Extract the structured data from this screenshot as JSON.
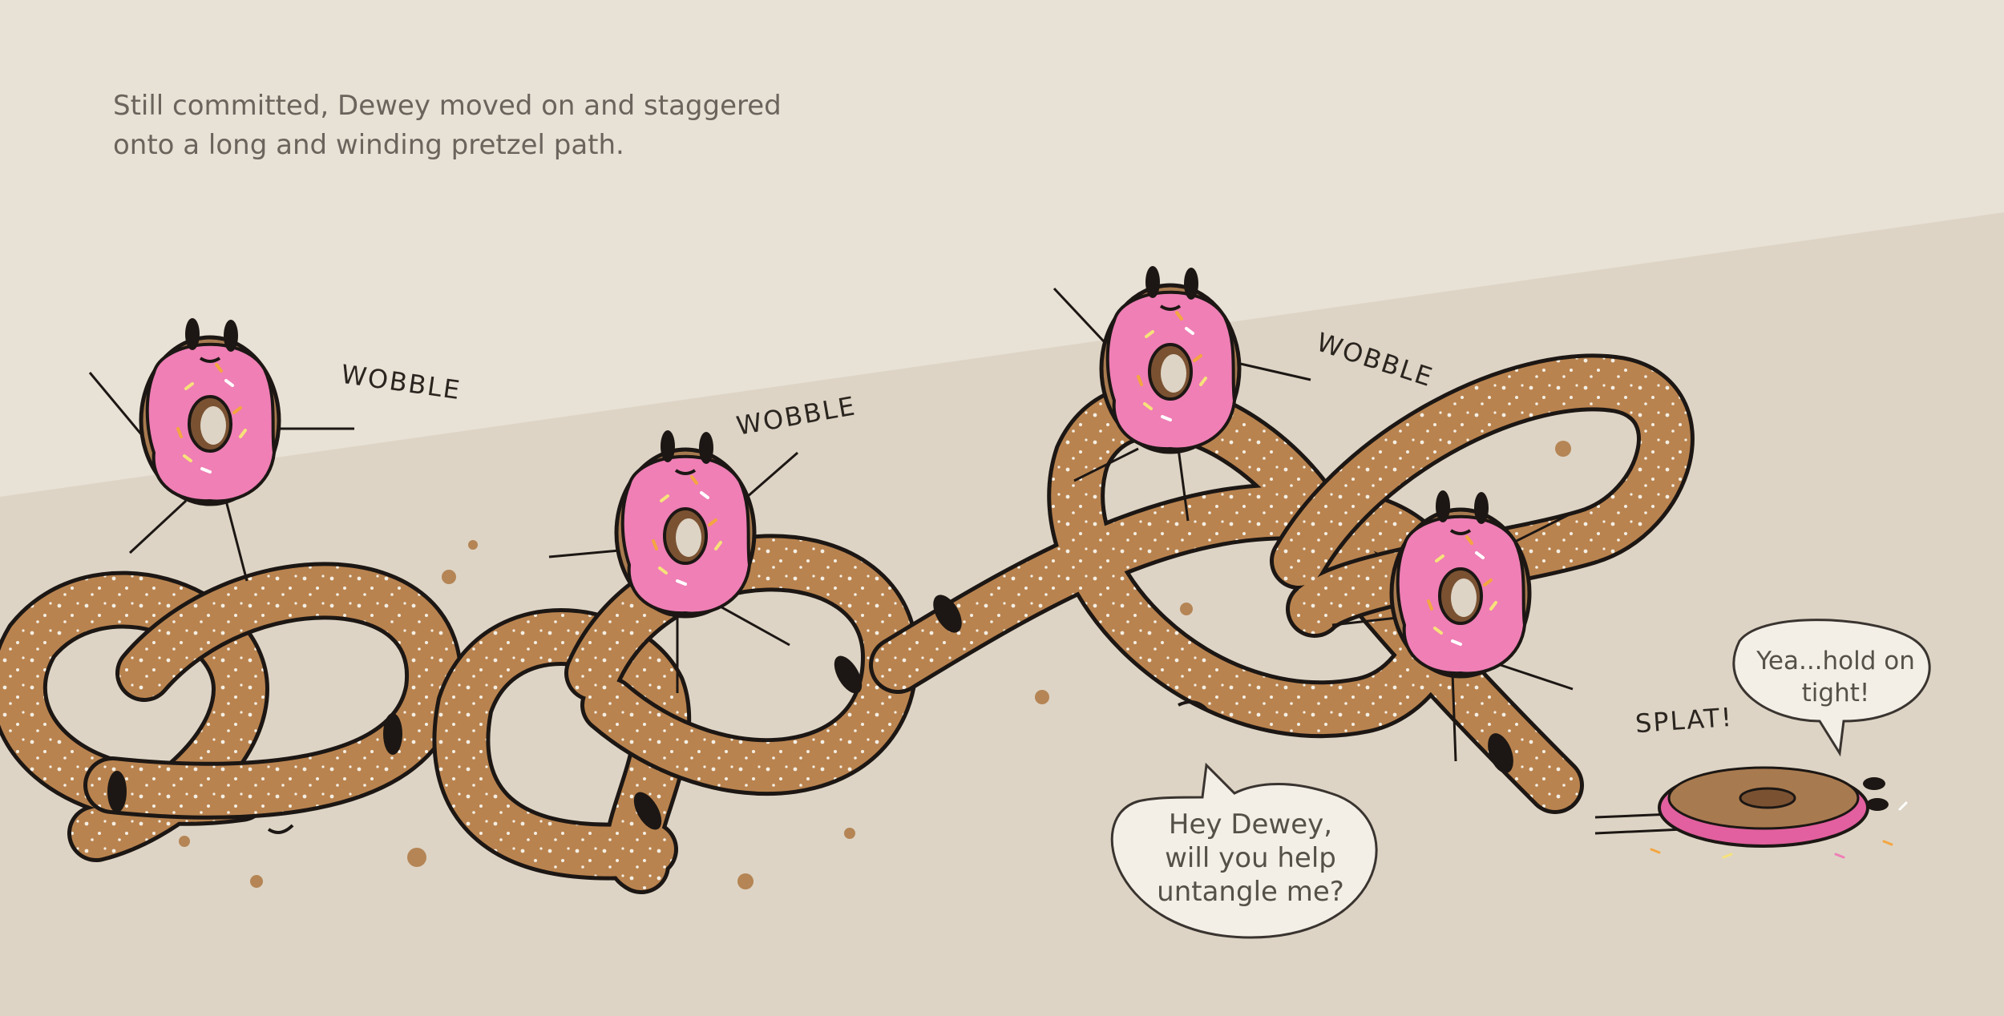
{
  "narration": {
    "line1": "Still committed, Dewey moved on and staggered",
    "line2": "onto a long and winding pretzel path."
  },
  "sound_effects": {
    "wobble_1": "WOBBLE",
    "wobble_2": "WOBBLE",
    "wobble_3": "WOBBLE",
    "splat": "SPLAT!"
  },
  "speech": {
    "pretzel_line1": "Hey Dewey,",
    "pretzel_line2": "will you help",
    "pretzel_line3": "untangle me?",
    "donut_line1": "Yea...hold on",
    "donut_line2": "tight!"
  },
  "colors": {
    "paper_light": "#e8e1d5",
    "paper_shade": "#ddd4c5",
    "pretzel": "#b9834f",
    "pretzel_dark": "#8e5f34",
    "donut_dough": "#a87a4f",
    "frosting": "#ef7fb5",
    "ink": "#1c1714",
    "bubble": "#f3efe6"
  },
  "icons": [
    "donut-character",
    "pretzel-character",
    "speech-bubble",
    "sprinkles",
    "crumbs"
  ]
}
